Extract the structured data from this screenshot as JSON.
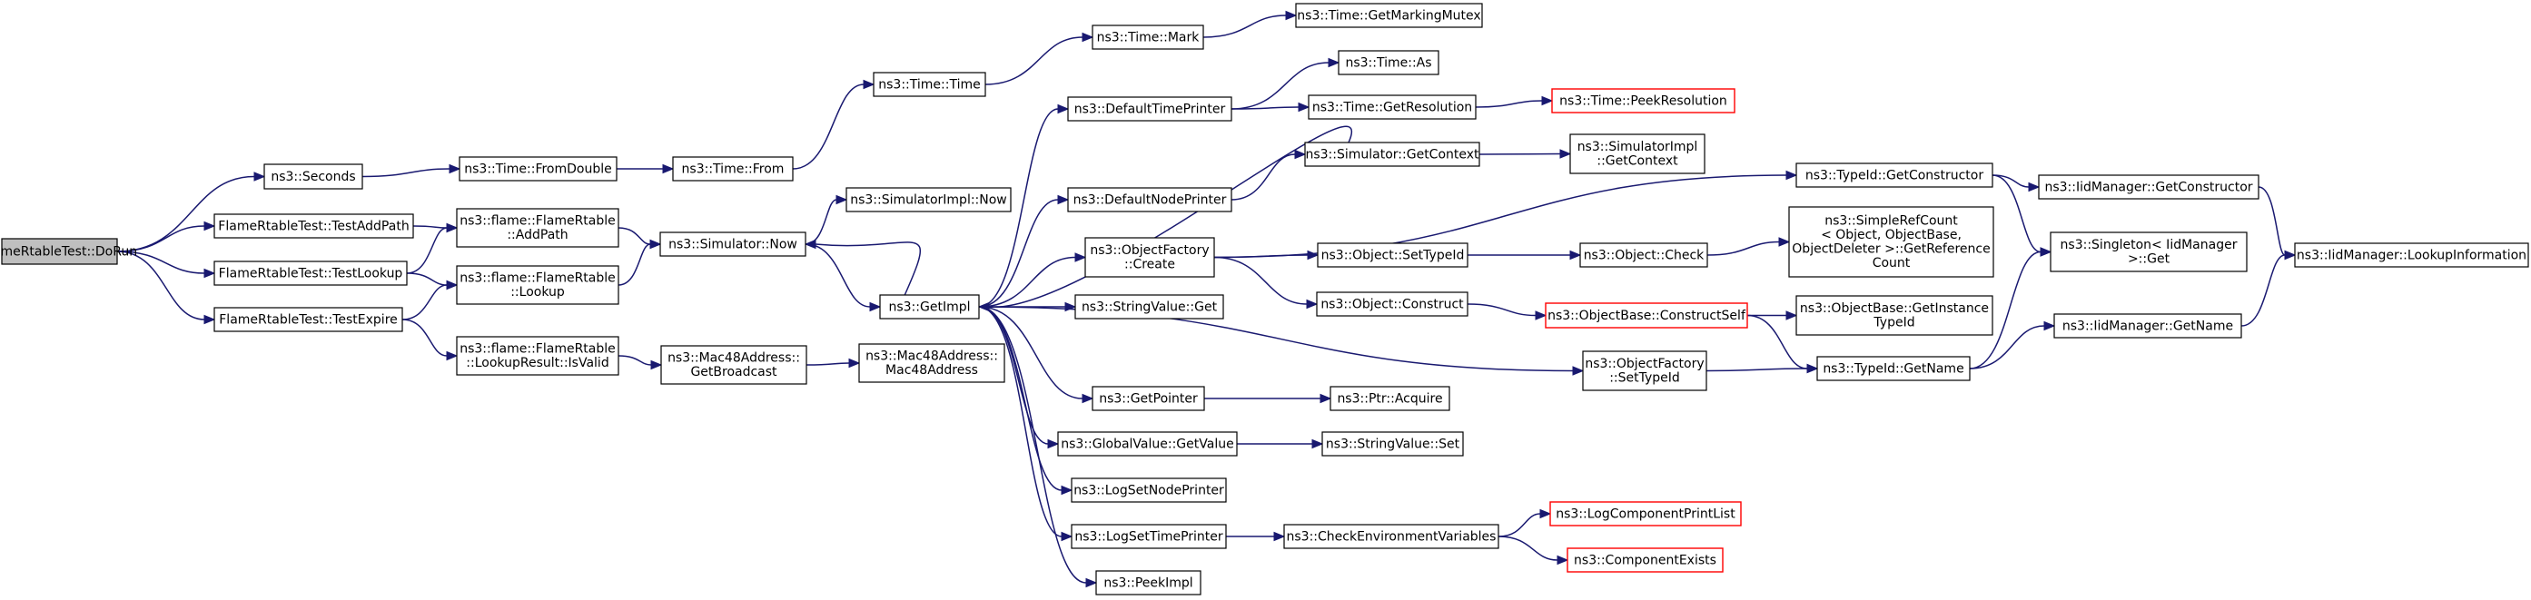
{
  "nodes": [
    {
      "id": "root",
      "lines": [
        "FlameRtableTest::DoRun"
      ],
      "style": "root"
    },
    {
      "id": "seconds",
      "lines": [
        "ns3::Seconds"
      ]
    },
    {
      "id": "testAddPath",
      "lines": [
        "FlameRtableTest::TestAddPath"
      ]
    },
    {
      "id": "testLookup",
      "lines": [
        "FlameRtableTest::TestLookup"
      ]
    },
    {
      "id": "testExpire",
      "lines": [
        "FlameRtableTest::TestExpire"
      ]
    },
    {
      "id": "fromDouble",
      "lines": [
        "ns3::Time::FromDouble"
      ]
    },
    {
      "id": "addPath",
      "lines": [
        "ns3::flame::FlameRtable",
        "::AddPath"
      ]
    },
    {
      "id": "lookup",
      "lines": [
        "ns3::flame::FlameRtable",
        "::Lookup"
      ]
    },
    {
      "id": "isValid",
      "lines": [
        "ns3::flame::FlameRtable",
        "::LookupResult::IsValid"
      ]
    },
    {
      "id": "timeFrom",
      "lines": [
        "ns3::Time::From"
      ]
    },
    {
      "id": "simNow",
      "lines": [
        "ns3::Simulator::Now"
      ]
    },
    {
      "id": "getBroadcast",
      "lines": [
        "ns3::Mac48Address::",
        "GetBroadcast"
      ]
    },
    {
      "id": "timeTime",
      "lines": [
        "ns3::Time::Time"
      ]
    },
    {
      "id": "simImplNow",
      "lines": [
        "ns3::SimulatorImpl::Now"
      ]
    },
    {
      "id": "getImpl",
      "lines": [
        "ns3::GetImpl"
      ]
    },
    {
      "id": "mac48",
      "lines": [
        "ns3::Mac48Address::",
        "Mac48Address"
      ]
    },
    {
      "id": "timeMark",
      "lines": [
        "ns3::Time::Mark"
      ]
    },
    {
      "id": "defTimePrinter",
      "lines": [
        "ns3::DefaultTimePrinter"
      ]
    },
    {
      "id": "defNodePrinter",
      "lines": [
        "ns3::DefaultNodePrinter"
      ]
    },
    {
      "id": "objFactCreate",
      "lines": [
        "ns3::ObjectFactory",
        "::Create"
      ]
    },
    {
      "id": "strValGet",
      "lines": [
        "ns3::StringValue::Get"
      ]
    },
    {
      "id": "getPointer",
      "lines": [
        "ns3::GetPointer"
      ]
    },
    {
      "id": "globalValGet",
      "lines": [
        "ns3::GlobalValue::GetValue"
      ]
    },
    {
      "id": "logSetNode",
      "lines": [
        "ns3::LogSetNodePrinter"
      ]
    },
    {
      "id": "logSetTime",
      "lines": [
        "ns3::LogSetTimePrinter"
      ]
    },
    {
      "id": "peekImpl",
      "lines": [
        "ns3::PeekImpl"
      ]
    },
    {
      "id": "getMarkingMutex",
      "lines": [
        "ns3::Time::GetMarkingMutex"
      ]
    },
    {
      "id": "timeAs",
      "lines": [
        "ns3::Time::As"
      ]
    },
    {
      "id": "getResolution",
      "lines": [
        "ns3::Time::GetResolution"
      ]
    },
    {
      "id": "simGetContext",
      "lines": [
        "ns3::Simulator::GetContext"
      ]
    },
    {
      "id": "objSetTypeId",
      "lines": [
        "ns3::Object::SetTypeId"
      ]
    },
    {
      "id": "objConstruct",
      "lines": [
        "ns3::Object::Construct"
      ]
    },
    {
      "id": "ptrAcquire",
      "lines": [
        "ns3::Ptr::Acquire"
      ]
    },
    {
      "id": "strValSet",
      "lines": [
        "ns3::StringValue::Set"
      ]
    },
    {
      "id": "checkEnv",
      "lines": [
        "ns3::CheckEnvironmentVariables"
      ]
    },
    {
      "id": "peekResolution",
      "lines": [
        "ns3::Time::PeekResolution"
      ],
      "style": "red"
    },
    {
      "id": "simImplGetContext",
      "lines": [
        "ns3::SimulatorImpl",
        "::GetContext"
      ]
    },
    {
      "id": "objCheck",
      "lines": [
        "ns3::Object::Check"
      ]
    },
    {
      "id": "constructSelf",
      "lines": [
        "ns3::ObjectBase::ConstructSelf"
      ],
      "style": "red"
    },
    {
      "id": "objFactSetTypeId",
      "lines": [
        "ns3::ObjectFactory",
        "::SetTypeId"
      ]
    },
    {
      "id": "logCompPrint",
      "lines": [
        "ns3::LogComponentPrintList"
      ],
      "style": "red"
    },
    {
      "id": "compExists",
      "lines": [
        "ns3::ComponentExists"
      ],
      "style": "red"
    },
    {
      "id": "typeIdGetCtor",
      "lines": [
        "ns3::TypeId::GetConstructor"
      ]
    },
    {
      "id": "simpleRefCount",
      "lines": [
        "ns3::SimpleRefCount",
        "< Object, ObjectBase,",
        " ObjectDeleter >::GetReference",
        "Count"
      ]
    },
    {
      "id": "getInstanceTypeId",
      "lines": [
        "ns3::ObjectBase::GetInstance",
        "TypeId"
      ]
    },
    {
      "id": "typeIdGetName",
      "lines": [
        "ns3::TypeId::GetName"
      ]
    },
    {
      "id": "iidMgrGetCtor",
      "lines": [
        "ns3::IidManager::GetConstructor"
      ]
    },
    {
      "id": "singletonGet",
      "lines": [
        "ns3::Singleton< IidManager",
        " >::Get"
      ]
    },
    {
      "id": "iidMgrGetName",
      "lines": [
        "ns3::IidManager::GetName"
      ]
    },
    {
      "id": "iidMgrLookup",
      "lines": [
        "ns3::IidManager::LookupInformation"
      ]
    }
  ],
  "edges": [
    [
      "root",
      "seconds"
    ],
    [
      "root",
      "testAddPath"
    ],
    [
      "root",
      "testLookup"
    ],
    [
      "root",
      "testExpire"
    ],
    [
      "seconds",
      "fromDouble"
    ],
    [
      "testAddPath",
      "addPath"
    ],
    [
      "testLookup",
      "addPath"
    ],
    [
      "testLookup",
      "lookup"
    ],
    [
      "testExpire",
      "lookup"
    ],
    [
      "testExpire",
      "isValid"
    ],
    [
      "fromDouble",
      "timeFrom"
    ],
    [
      "addPath",
      "simNow"
    ],
    [
      "lookup",
      "simNow"
    ],
    [
      "isValid",
      "getBroadcast"
    ],
    [
      "timeFrom",
      "timeTime"
    ],
    [
      "simNow",
      "simImplNow"
    ],
    [
      "simNow",
      "getImpl"
    ],
    [
      "getBroadcast",
      "mac48"
    ],
    [
      "timeTime",
      "timeMark"
    ],
    [
      "timeMark",
      "getMarkingMutex"
    ],
    [
      "getImpl",
      "simNow"
    ],
    [
      "getImpl",
      "defTimePrinter"
    ],
    [
      "getImpl",
      "defNodePrinter"
    ],
    [
      "getImpl",
      "objFactCreate"
    ],
    [
      "getImpl",
      "strValGet"
    ],
    [
      "getImpl",
      "getPointer"
    ],
    [
      "getImpl",
      "globalValGet"
    ],
    [
      "getImpl",
      "logSetNode"
    ],
    [
      "getImpl",
      "logSetTime"
    ],
    [
      "getImpl",
      "peekImpl"
    ],
    [
      "getImpl",
      "objFactSetTypeId"
    ],
    [
      "defTimePrinter",
      "timeAs"
    ],
    [
      "defTimePrinter",
      "getResolution"
    ],
    [
      "defNodePrinter",
      "simGetContext"
    ],
    [
      "getResolution",
      "peekResolution"
    ],
    [
      "simGetContext",
      "getImpl"
    ],
    [
      "simGetContext",
      "simImplGetContext"
    ],
    [
      "objFactCreate",
      "objSetTypeId"
    ],
    [
      "objFactCreate",
      "objConstruct"
    ],
    [
      "objFactCreate",
      "typeIdGetCtor"
    ],
    [
      "objSetTypeId",
      "objCheck"
    ],
    [
      "objCheck",
      "simpleRefCount"
    ],
    [
      "objConstruct",
      "constructSelf"
    ],
    [
      "constructSelf",
      "getInstanceTypeId"
    ],
    [
      "constructSelf",
      "typeIdGetName"
    ],
    [
      "getPointer",
      "ptrAcquire"
    ],
    [
      "globalValGet",
      "strValSet"
    ],
    [
      "logSetTime",
      "checkEnv"
    ],
    [
      "checkEnv",
      "logCompPrint"
    ],
    [
      "checkEnv",
      "compExists"
    ],
    [
      "objFactSetTypeId",
      "typeIdGetName"
    ],
    [
      "typeIdGetCtor",
      "iidMgrGetCtor"
    ],
    [
      "typeIdGetCtor",
      "singletonGet"
    ],
    [
      "typeIdGetName",
      "singletonGet"
    ],
    [
      "typeIdGetName",
      "iidMgrGetName"
    ],
    [
      "iidMgrGetCtor",
      "iidMgrLookup"
    ],
    [
      "iidMgrGetName",
      "iidMgrLookup"
    ]
  ]
}
